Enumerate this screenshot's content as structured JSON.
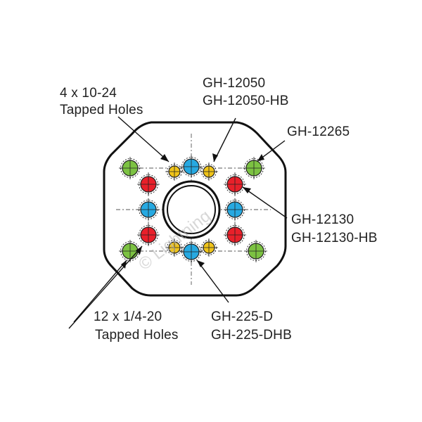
{
  "labels": {
    "tapped_10_24_line1": "4 x 10-24",
    "tapped_10_24_line2": "Tapped Holes",
    "gh12050_line1": "GH-12050",
    "gh12050_line2": "GH-12050-HB",
    "gh12265": "GH-12265",
    "gh12130_line1": "GH-12130",
    "gh12130_line2": "GH-12130-HB",
    "tapped_1_4_20_line1": "12 x 1/4-20",
    "tapped_1_4_20_line2": "Tapped Holes",
    "gh225_line1": "GH-225-D",
    "gh225_line2": "GH-225-DHB"
  },
  "watermark": "© Lightning",
  "colors": {
    "green": "#7cc242",
    "blue": "#27a9e1",
    "red": "#e8202a",
    "yellow": "#f0c419",
    "outline": "#111111"
  }
}
